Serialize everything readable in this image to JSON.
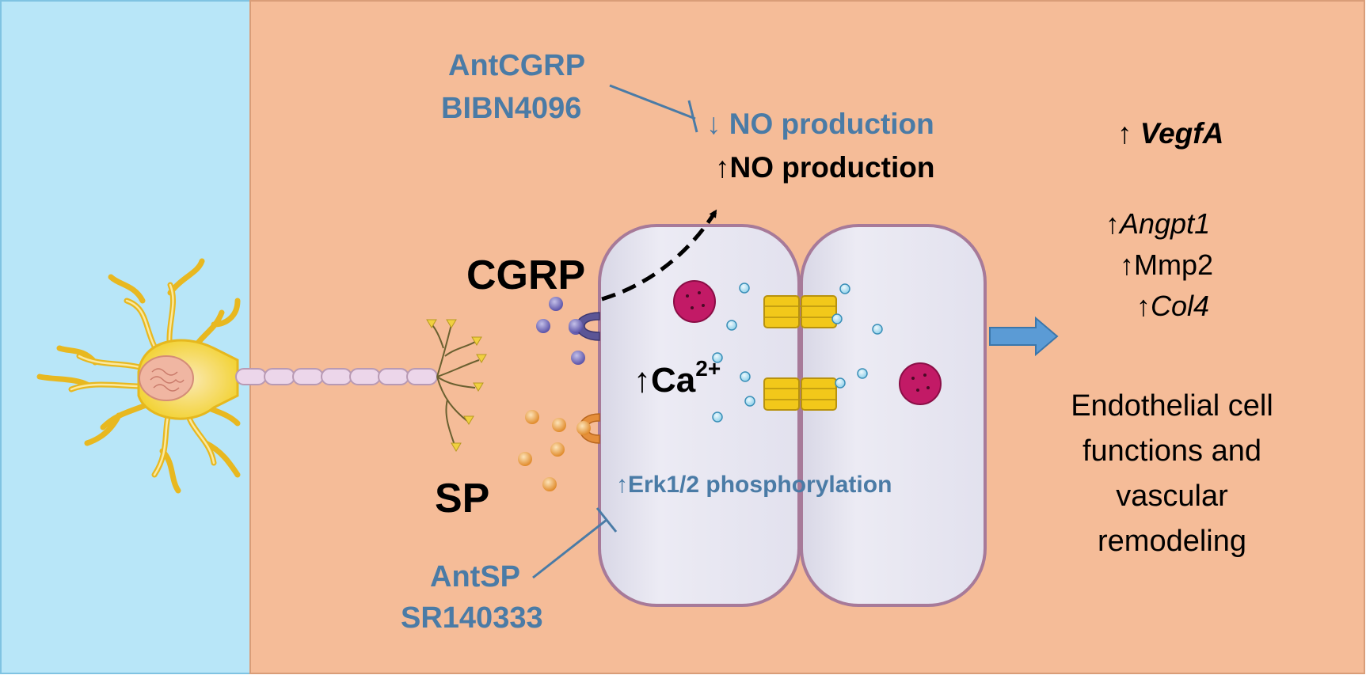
{
  "colors": {
    "left_panel": "#b8e6f8",
    "right_panel": "#f5bc98",
    "inhibitor_text": "#4a7ba6",
    "cell_fill": "#e8e7f1",
    "cell_border": "#b07a9a",
    "nucleus": "#c21a66",
    "channel": "#f2c81a",
    "calcium_ion": "#aeddf0",
    "neuron": "#f5dc3a",
    "output_arrow": "#5b9bd5"
  },
  "icons": [
    "neuron-icon",
    "cgrp-receptor-icon",
    "sp-receptor-icon",
    "gap-junction-channel-icon",
    "nucleus-icon",
    "calcium-ion-icon",
    "right-arrow-icon"
  ],
  "labels": {
    "cgrp_antagonist": "AntCGRP",
    "cgrp_antagonist_drug": "BIBN4096",
    "no_decrease": "↓ NO production",
    "no_increase": "↑NO production",
    "cgrp": "CGRP",
    "sp": "SP",
    "sp_antagonist": "AntSP",
    "sp_antagonist_drug": "SR140333",
    "calcium_arrow": "↑",
    "calcium": "Ca",
    "calcium_charge": "2+",
    "erk": "↑Erk1/2 phosphorylation"
  },
  "genes": {
    "vegfa_arrow": "↑",
    "vegfa": "VegfA",
    "angpt1_arrow": "↑",
    "angpt1": "Angpt1",
    "mmp2": "↑Mmp2",
    "col4_arrow": "↑",
    "col4": "Col4"
  },
  "outcome": {
    "line1": "Endothelial cell",
    "line2": "functions and",
    "line3": "vascular",
    "line4": "remodeling"
  }
}
